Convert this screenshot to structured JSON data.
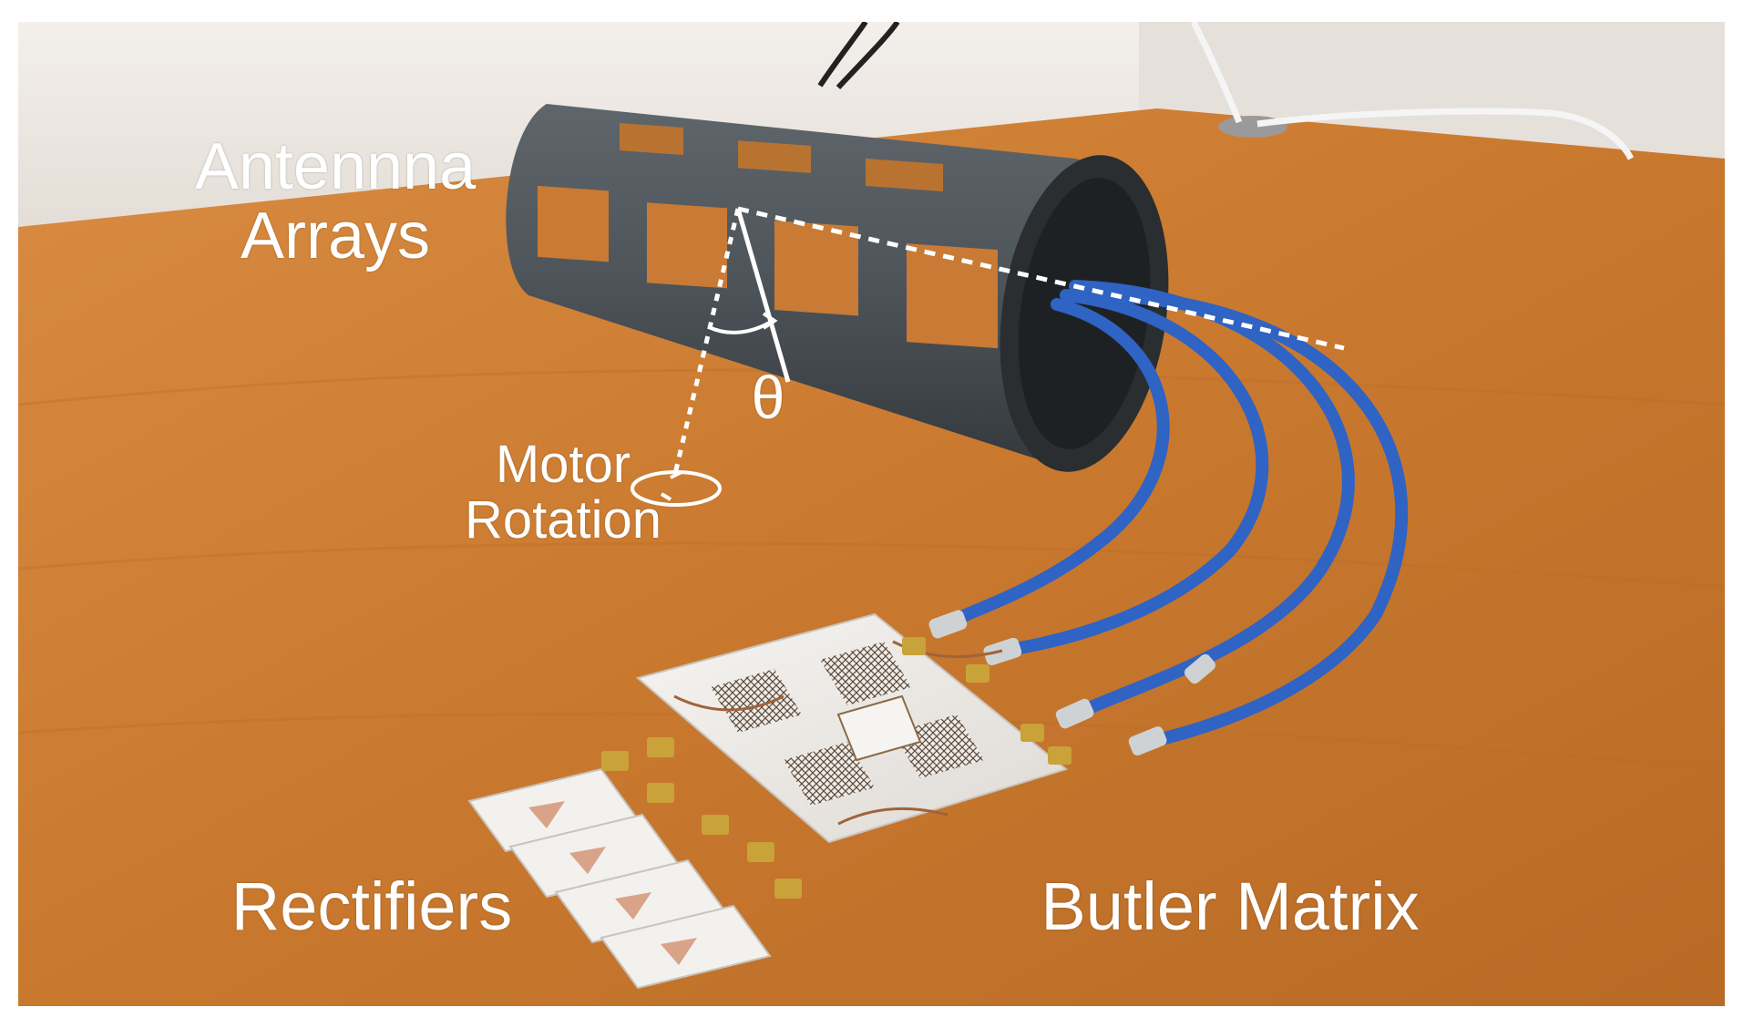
{
  "labels": {
    "antenna_line1": "Antennna",
    "antenna_line2": "Arrays",
    "theta": "θ",
    "motor_line1": "Motor",
    "motor_line2": "Rotation",
    "rectifiers": "Rectifiers",
    "butler_matrix": "Butler Matrix"
  },
  "colors": {
    "table_wood": "#c9792e",
    "wall": "#ece7e2",
    "cylinder": "#4d5459",
    "patch_copper": "#c9782e",
    "cable_blue": "#2f63c4",
    "pcb_white": "#f1efec",
    "connector_gold": "#c9a23a",
    "annotation": "#ffffff"
  }
}
